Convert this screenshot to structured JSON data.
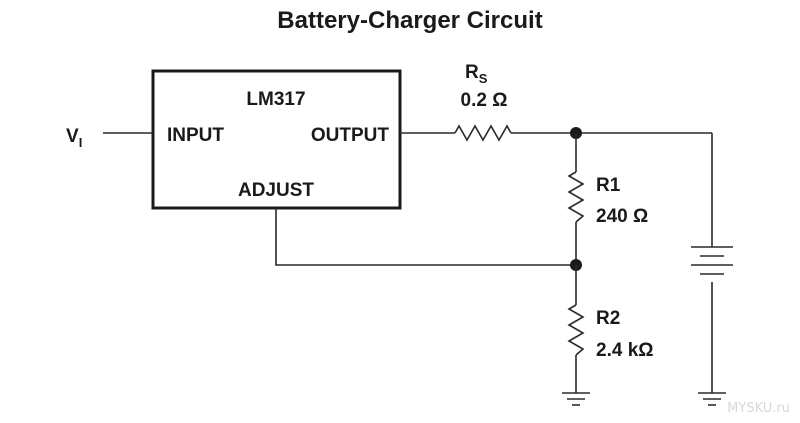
{
  "title": "Battery-Charger Circuit",
  "regulator": {
    "name": "LM317",
    "input_label": "INPUT",
    "output_label": "OUTPUT",
    "adjust_label": "ADJUST"
  },
  "vi": {
    "main": "V",
    "sub": "I"
  },
  "rs": {
    "name_main": "R",
    "name_sub": "S",
    "value": "0.2 Ω"
  },
  "r1": {
    "name": "R1",
    "value": "240 Ω"
  },
  "r2": {
    "name": "R2",
    "value": "2.4 kΩ"
  },
  "watermark": "MYSKU.ru"
}
